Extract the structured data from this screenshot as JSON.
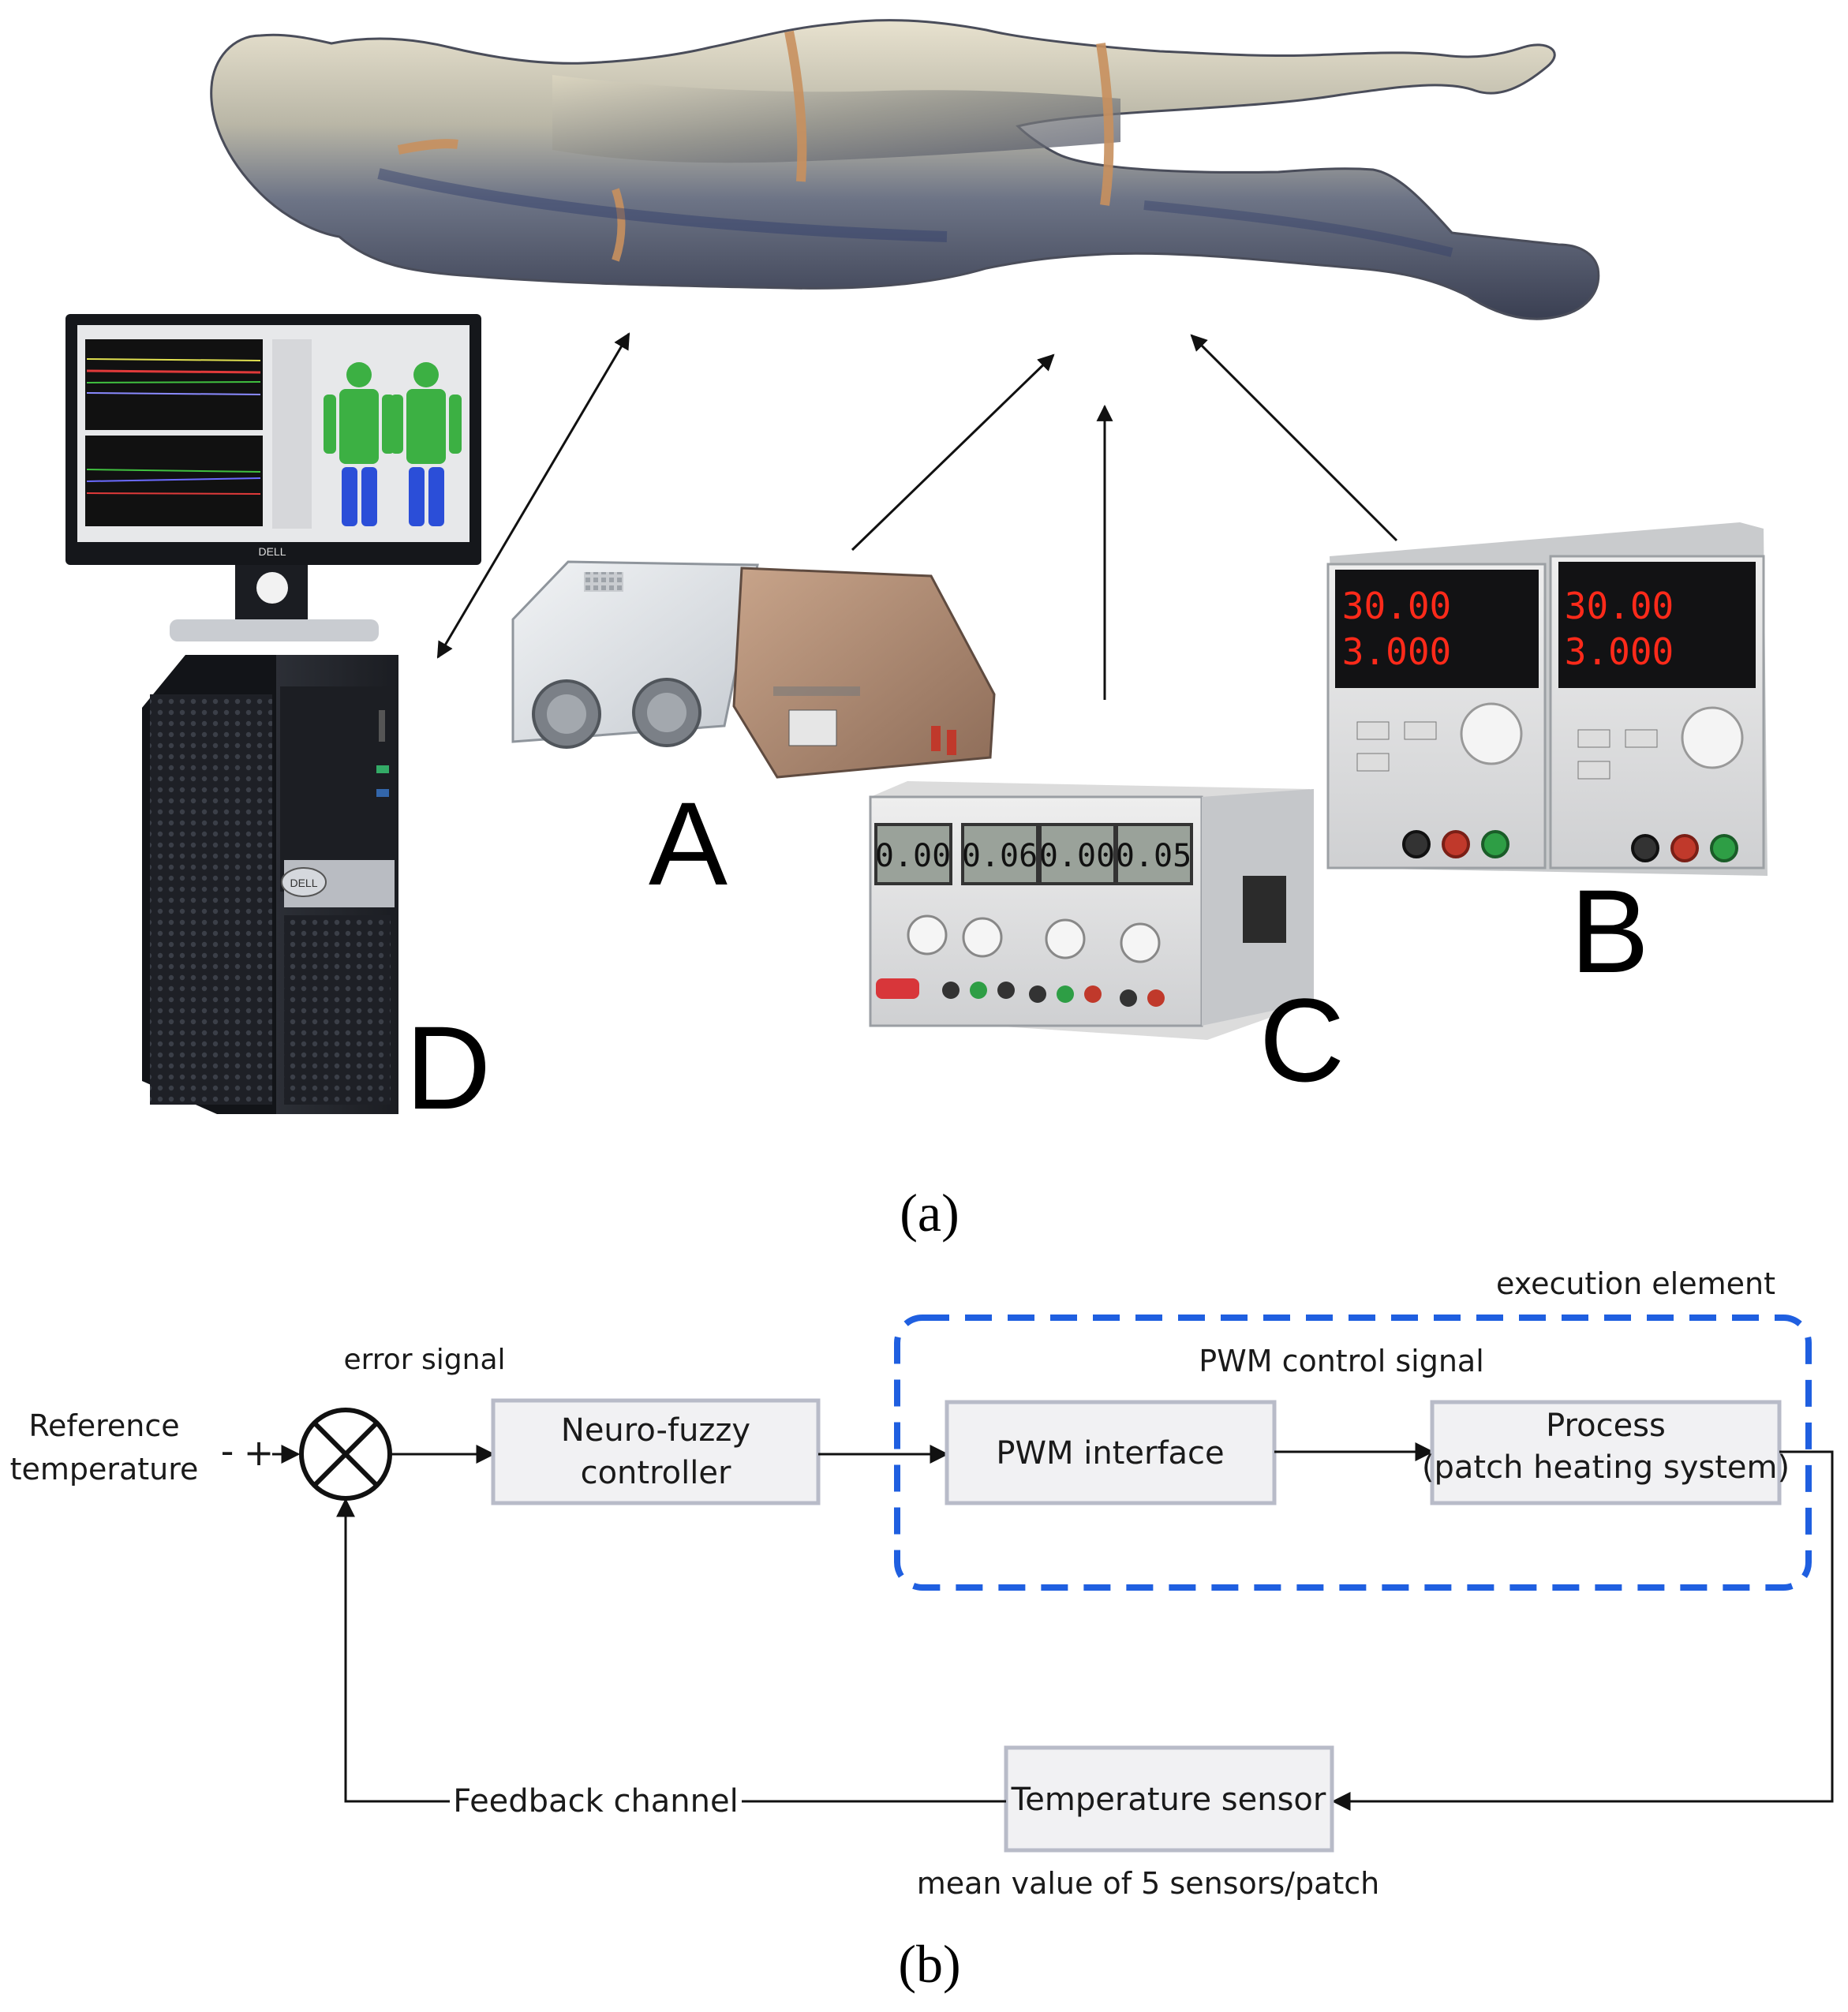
{
  "panel_a": {
    "equipment_labels": {
      "a": "A",
      "b": "B",
      "c": "C",
      "d": "D"
    },
    "caption": "(a)",
    "dual_supply_readouts": [
      "30.00",
      "3.000",
      "30.00",
      "3.000"
    ],
    "triple_supply_readouts": [
      "0.00",
      "0.06",
      "0.00",
      "0.05"
    ],
    "monitor_brand": "DELL",
    "tower_brand": "DELL"
  },
  "panel_b": {
    "caption": "(b)",
    "execution_element_label": "execution element",
    "error_signal_label": "error signal",
    "pwm_control_signal_label": "PWM control signal",
    "reference_line1": "Reference",
    "reference_line2": "temperature",
    "minus_sign": "-",
    "plus_sign": "+",
    "controller_line1": "Neuro-fuzzy",
    "controller_line2": "controller",
    "pwm_interface": "PWM interface",
    "process_line1": "Process",
    "process_line2": "(patch heating system)",
    "sensor": "Temperature sensor",
    "feedback_channel": "Feedback channel",
    "sensor_note": "mean value of 5 sensors/patch"
  },
  "colors": {
    "dashed_border": "#1f5fe0",
    "box_fill": "#f1f1f3",
    "box_border": "#b8bbc8",
    "led_red": "#ff2a1a",
    "screen_green": "#3cb043",
    "screen_blue": "#2b4ed8"
  }
}
